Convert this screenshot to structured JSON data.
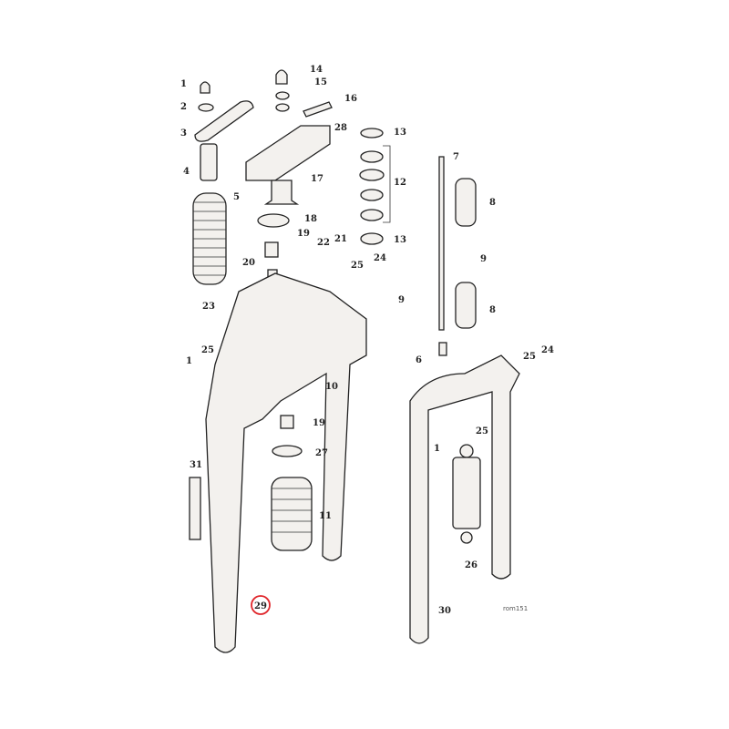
{
  "diagram": {
    "labels": [
      "1",
      "2",
      "3",
      "4",
      "5",
      "14",
      "15",
      "16",
      "28",
      "13",
      "12",
      "13",
      "7",
      "8",
      "17",
      "18",
      "19",
      "20",
      "22",
      "21",
      "24",
      "25",
      "9",
      "9",
      "8",
      "23",
      "6",
      "1",
      "25",
      "24",
      "25",
      "10",
      "19",
      "27",
      "1",
      "25",
      "31",
      "11",
      "26",
      "29",
      "30"
    ],
    "drawing_code": "rom151",
    "highlighted_part": "29",
    "highlight_color": "#e0262b",
    "line_color": "#222222",
    "part_fill": "#f3f1ee"
  }
}
